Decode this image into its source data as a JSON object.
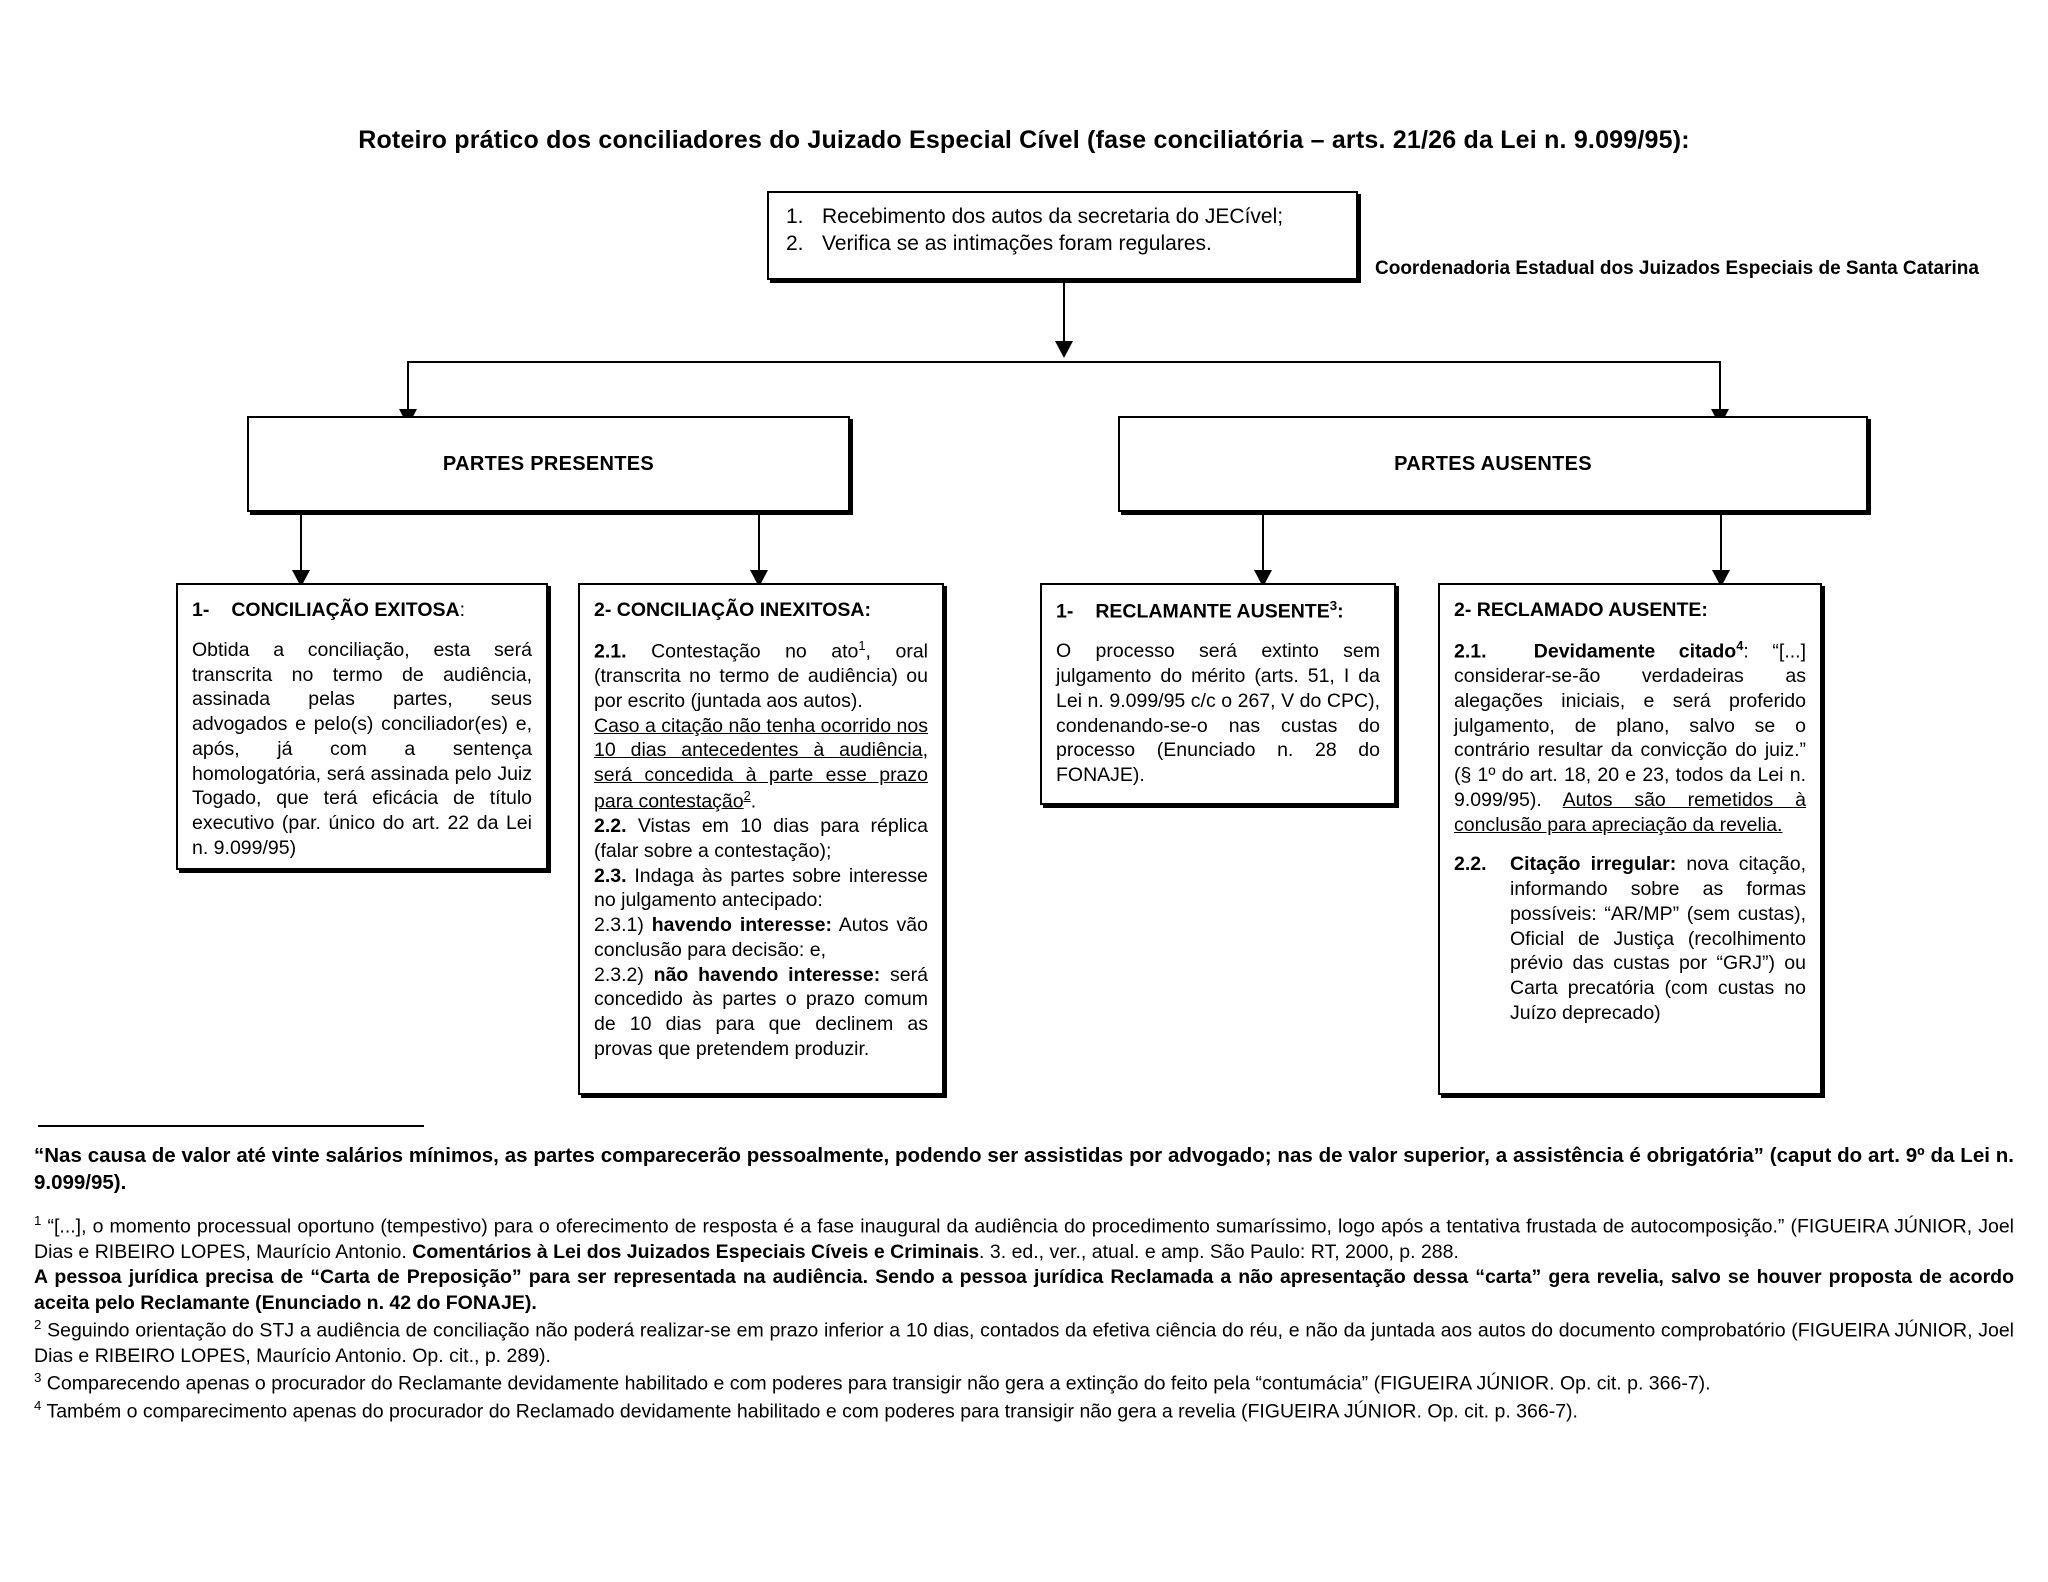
{
  "document": {
    "title": "Roteiro  prático  dos  conciliadores  do Juizado Especial Cível (fase conciliatória – arts. 21/26 da Lei n. 9.099/95):",
    "org_caption": "Coordenadoria Estadual dos Juizados Especiais de Santa Catarina"
  },
  "top_box": {
    "items": [
      {
        "num": "1.",
        "text": "Recebimento dos autos da secretaria do JECível;"
      },
      {
        "num": "2.",
        "text": "Verifica se as intimações foram regulares."
      }
    ]
  },
  "branches": {
    "left_label": "PARTES PRESENTES",
    "right_label": "PARTES AUSENTES"
  },
  "boxes": {
    "exitosa": {
      "head_num": "1-",
      "head_title": "CONCILIAÇÃO EXITOSA",
      "head_colon": ":",
      "body": "Obtida a conciliação, esta será transcrita no termo de audiência, assinada pelas partes, seus advogados e pelo(s) conciliador(es) e, após, já com a sentença homologatória, será assinada pelo Juiz Togado, que terá eficácia de título executivo (par. único do art. 22 da Lei n. 9.099/95)"
    },
    "inexitosa": {
      "head": "2- CONCILIAÇÃO INEXITOSA:",
      "p21_num": "2.1.",
      "p21_a": "Contestação no ato",
      "p21_sup": "1",
      "p21_b": ", oral (transcrita no termo de audiência) ou por escrito (juntada aos autos).",
      "p21_underlined_a": "Caso a citação não tenha ocorrido nos 10 dias antecedentes à audiência, será concedida à parte esse prazo para contestação",
      "p21_underlined_sup": "2",
      "p21_underlined_end": ".",
      "p22_num": "2.2.",
      "p22_text": "Vistas em 10 dias para réplica (falar sobre a contestação);",
      "p23_num": "2.3.",
      "p23_text": "Indaga às partes sobre interesse no julgamento antecipado:",
      "p231_num": "2.3.1)",
      "p231_bold": "havendo interesse:",
      "p231_text": "Autos vão conclusão para decisão: e,",
      "p232_num": "2.3.2)",
      "p232_bold": "não havendo interesse:",
      "p232_text": "será concedido às partes o prazo comum de 10 dias para que declinem as provas que pretendem produzir."
    },
    "reclamante_ausente": {
      "head_num": "1-",
      "head_title": "RECLAMANTE AUSENTE",
      "head_sup": "3",
      "head_colon": ":",
      "body": "O processo será extinto sem julgamento do mérito (arts. 51, I da Lei n. 9.099/95 c/c o 267, V do CPC), condenando-se-o nas custas do processo (Enunciado n. 28 do FONAJE)."
    },
    "reclamado_ausente": {
      "head": "2- RECLAMADO AUSENTE:",
      "p21_num": "2.1.",
      "p21_bold": "Devidamente citado",
      "p21_sup": "4",
      "p21_after_bold": ": “[...]",
      "p21_text": " considerar-se-ão verdadeiras as alegações iniciais, e será proferido julgamento, de plano, salvo se o contrário resultar da convicção do juiz.” (§ 1º do art. 18, 20 e 23, todos da Lei n. 9.099/95). ",
      "p21_underlined": "Autos são remetidos à conclusão para apreciação da revelia.",
      "p22_num": "2.2.",
      "p22_bold": "Citação irregular:",
      "p22_text": "nova citação, informando sobre as formas possíveis: “AR/MP” (sem custas), Oficial de Justiça (recolhimento prévio das custas por “GRJ”) ou Carta precatória (com custas no Juízo deprecado)"
    }
  },
  "footnotes": {
    "intro_bold": "“Nas causa de valor até vinte salários mínimos, as partes comparecerão pessoalmente, podendo ser assistidas por advogado; nas de valor superior, a assistência é obrigatória” (caput do art. 9º da Lei n. 9.099/95).",
    "items": [
      {
        "marker": "1",
        "bold": false,
        "parts": [
          {
            "text": "“[...], o momento processual oportuno (tempestivo) para o oferecimento de resposta é a fase inaugural da audiência do procedimento sumaríssimo, logo após a tentativa frustada de autocomposição.” (FIGUEIRA JÚNIOR, Joel Dias e RIBEIRO LOPES, Maurício Antonio. ",
            "bold": false
          },
          {
            "text": "Comentários à Lei dos Juizados Especiais Cíveis e Criminais",
            "bold": true
          },
          {
            "text": ". 3. ed., ver., atual. e amp. São Paulo: RT, 2000, p. 288.",
            "bold": false
          }
        ]
      },
      {
        "marker": "",
        "bold": true,
        "parts": [
          {
            "text": " A pessoa jurídica precisa de “Carta de Preposição” para ser representada na audiência. Sendo a pessoa jurídica Reclamada a não apresentação dessa “carta” gera revelia, salvo se houver proposta de acordo aceita pelo Reclamante (Enunciado n. 42 do FONAJE).",
            "bold": true
          }
        ]
      },
      {
        "marker": "2",
        "bold": false,
        "parts": [
          {
            "text": "Seguindo orientação do STJ a audiência de conciliação não poderá realizar-se em prazo inferior a 10 dias, contados da efetiva ciência do réu, e não da juntada aos autos do documento comprobatório (FIGUEIRA JÚNIOR, Joel Dias e RIBEIRO LOPES, Maurício Antonio. Op. cit., p. 289).",
            "bold": false
          }
        ]
      },
      {
        "marker": "3",
        "bold": false,
        "parts": [
          {
            "text": "Comparecendo apenas o procurador do Reclamante devidamente habilitado e com poderes para transigir não gera a extinção do feito pela “contumácia” (FIGUEIRA JÚNIOR. Op. cit. p. 366-7).",
            "bold": false
          }
        ]
      },
      {
        "marker": "4",
        "bold": false,
        "parts": [
          {
            "text": "Também o comparecimento apenas do procurador do Reclamado devidamente habilitado e com poderes para transigir não gera a revelia (FIGUEIRA JÚNIOR. Op. cit. p. 366-7).",
            "bold": false
          }
        ]
      }
    ]
  }
}
